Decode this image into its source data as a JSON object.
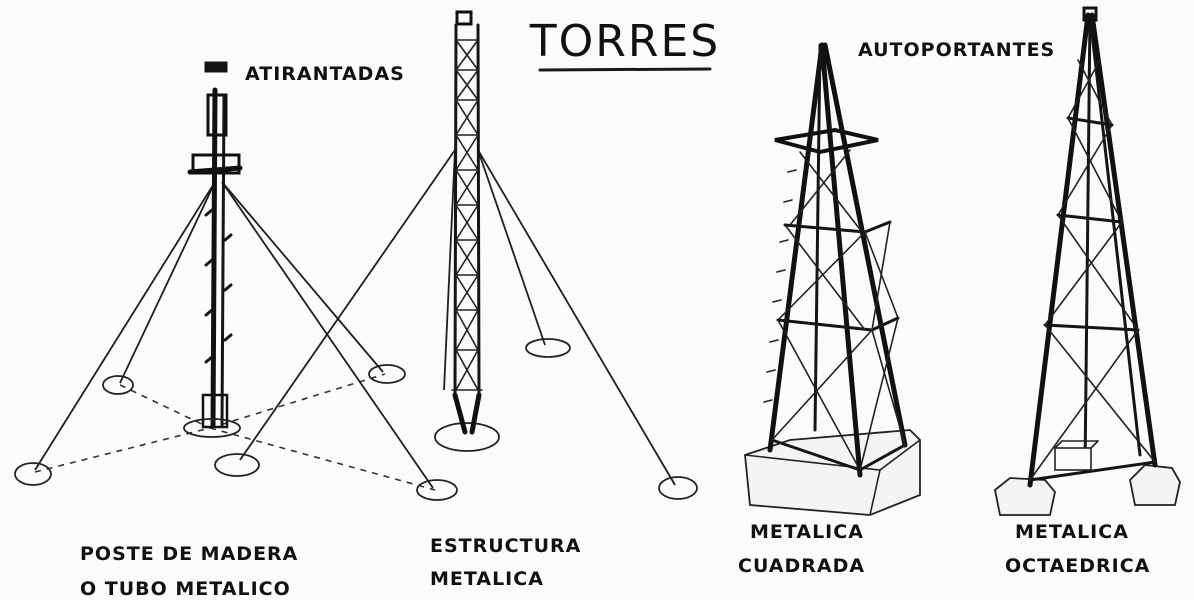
{
  "title": "TORRES",
  "group_labels": {
    "guyed": "ATIRANTADAS",
    "self_supporting": "AUTOPORTANTES"
  },
  "towers": [
    {
      "line1": "POSTE DE MADERA",
      "line2": "O TUBO METALICO"
    },
    {
      "line1": "ESTRUCTURA",
      "line2": "METALICA"
    },
    {
      "line1": "METALICA",
      "line2": "CUADRADA"
    },
    {
      "line1": "METALICA",
      "line2": "OCTAEDRICA"
    }
  ],
  "colors": {
    "ink": "#111111",
    "paper": "#fbfbfa"
  }
}
